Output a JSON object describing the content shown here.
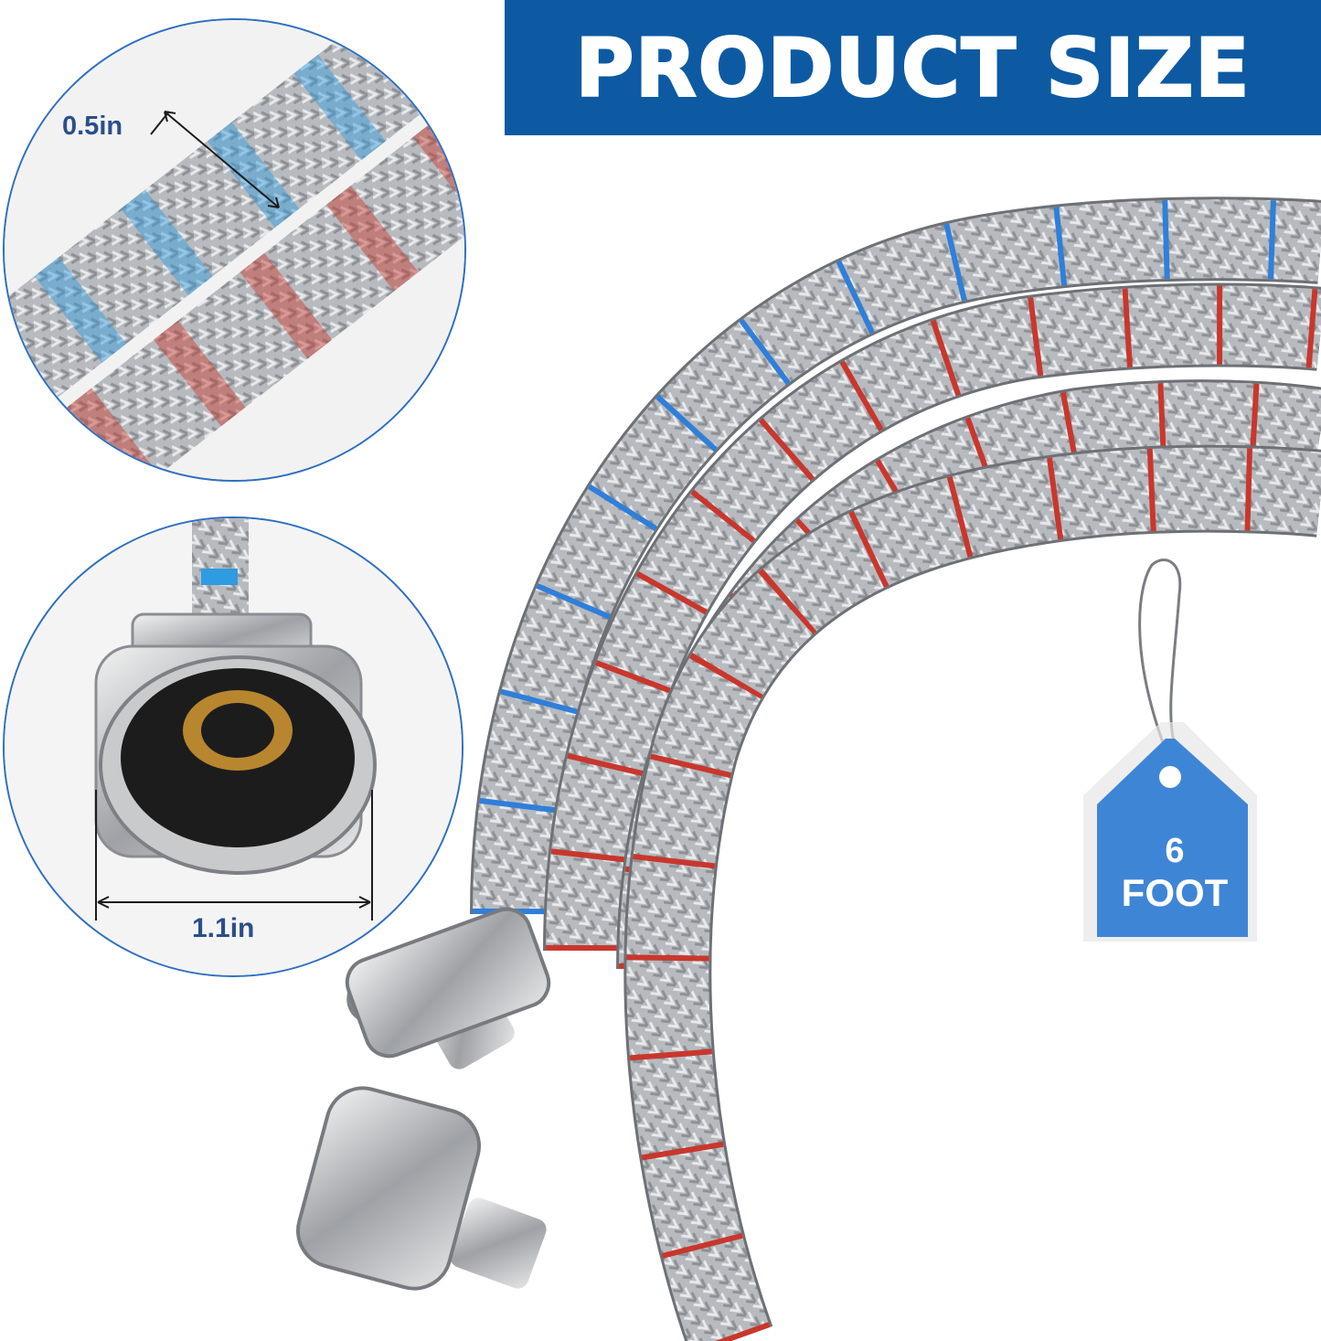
{
  "banner": {
    "title": "PRODUCT SIZE"
  },
  "callouts": {
    "diameter_label": "0.5in",
    "fitting_label": "1.1in"
  },
  "tag": {
    "number": "6",
    "unit": "FOOT"
  },
  "colors": {
    "banner_blue": "#0d5aa3",
    "tag_blue": "#3f85d6",
    "stripe_blue": "#2f7fd9",
    "stripe_red": "#c8372d",
    "steel": "#b9bcc0"
  },
  "icons": {
    "diameter_arrow": "dimension-arrow-icon",
    "width_arrow": "dimension-arrow-icon",
    "tag": "price-tag-icon"
  }
}
